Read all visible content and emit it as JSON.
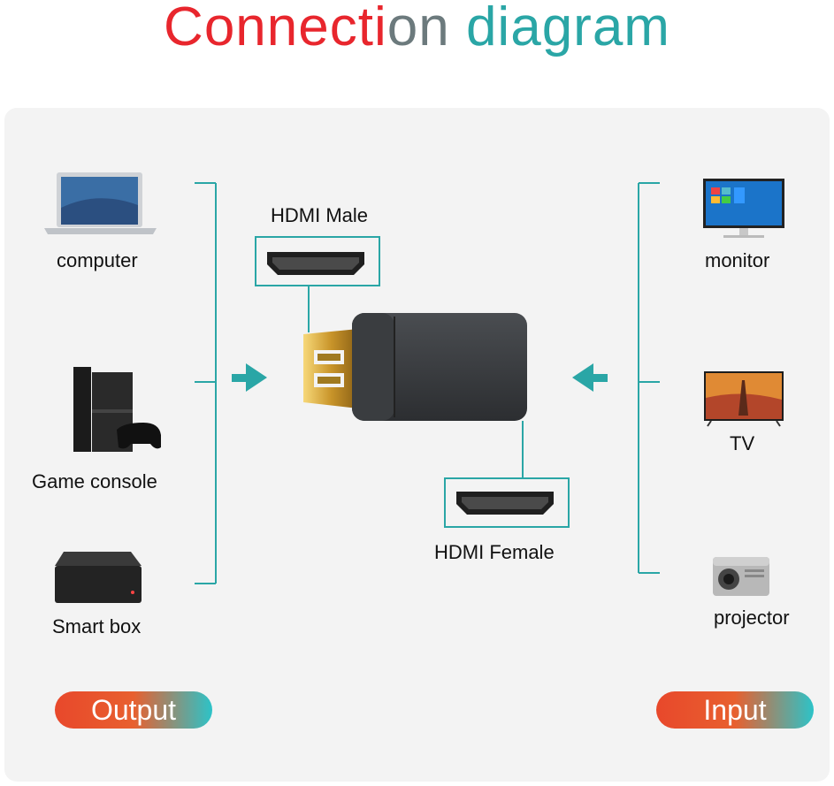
{
  "title": {
    "part1": "Connecti",
    "part2": "on",
    "part3": "diagram",
    "colors": {
      "red": "#e8262d",
      "gray": "#6c7a7d",
      "teal": "#2aa6a6"
    }
  },
  "connector_labels": {
    "male": "HDMI Male",
    "female": "HDMI Female"
  },
  "left_devices": [
    {
      "label": "computer",
      "icon": "laptop-icon"
    },
    {
      "label": "Game console",
      "icon": "game-console-icon"
    },
    {
      "label": "Smart box",
      "icon": "smart-box-icon"
    }
  ],
  "right_devices": [
    {
      "label": "monitor",
      "icon": "monitor-icon"
    },
    {
      "label": "TV",
      "icon": "tv-icon"
    },
    {
      "label": "projector",
      "icon": "projector-icon"
    }
  ],
  "badges": {
    "output": "Output",
    "input": "Input"
  },
  "colors": {
    "accent_teal": "#2aa6a6",
    "panel": "#f3f3f3",
    "pill_start": "#e8482b",
    "pill_end": "#2cc3c8"
  }
}
